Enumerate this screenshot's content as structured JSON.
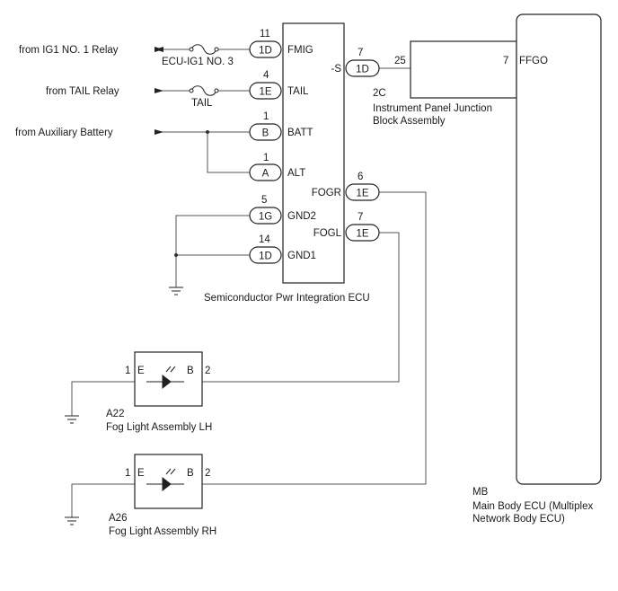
{
  "sources": {
    "ig1": "from IG1 NO. 1 Relay",
    "tail": "from TAIL Relay",
    "aux_battery": "from Auxiliary Battery"
  },
  "fuses": {
    "ecu_ig1": "ECU-IG1 NO. 3",
    "tail": "TAIL"
  },
  "spi_ecu": {
    "name": "Semiconductor Pwr Integration ECU",
    "pins": {
      "fmig": {
        "num": "11",
        "conn": "1D",
        "term": "FMIG"
      },
      "tail": {
        "num": "4",
        "conn": "1E",
        "term": "TAIL"
      },
      "batt": {
        "num": "1",
        "conn": "B",
        "term": "BATT"
      },
      "alt": {
        "num": "1",
        "conn": "A",
        "term": "ALT"
      },
      "gnd2": {
        "num": "5",
        "conn": "1G",
        "term": "GND2"
      },
      "gnd1": {
        "num": "14",
        "conn": "1D",
        "term": "GND1"
      },
      "s": {
        "num": "7",
        "conn": "1D",
        "term": "-S"
      },
      "fogr": {
        "num": "6",
        "conn": "1E",
        "term": "FOGR"
      },
      "fogl": {
        "num": "7",
        "conn": "1E",
        "term": "FOGL"
      }
    }
  },
  "junction_block": {
    "code": "2C",
    "name_line1": "Instrument Panel Junction",
    "name_line2": "Block Assembly",
    "pin_in": "25",
    "pin_out": "7"
  },
  "main_body_ecu": {
    "code": "MB",
    "name_line1": "Main Body ECU (Multiplex",
    "name_line2": "Network Body ECU)",
    "terminal": "FFGO"
  },
  "fog_lh": {
    "code": "A22",
    "name": "Fog Light Assembly LH",
    "pin1": "1",
    "term1": "E",
    "pin2": "2",
    "term2": "B"
  },
  "fog_rh": {
    "code": "A26",
    "name": "Fog Light Assembly RH",
    "pin1": "1",
    "term1": "E",
    "pin2": "2",
    "term2": "B"
  }
}
